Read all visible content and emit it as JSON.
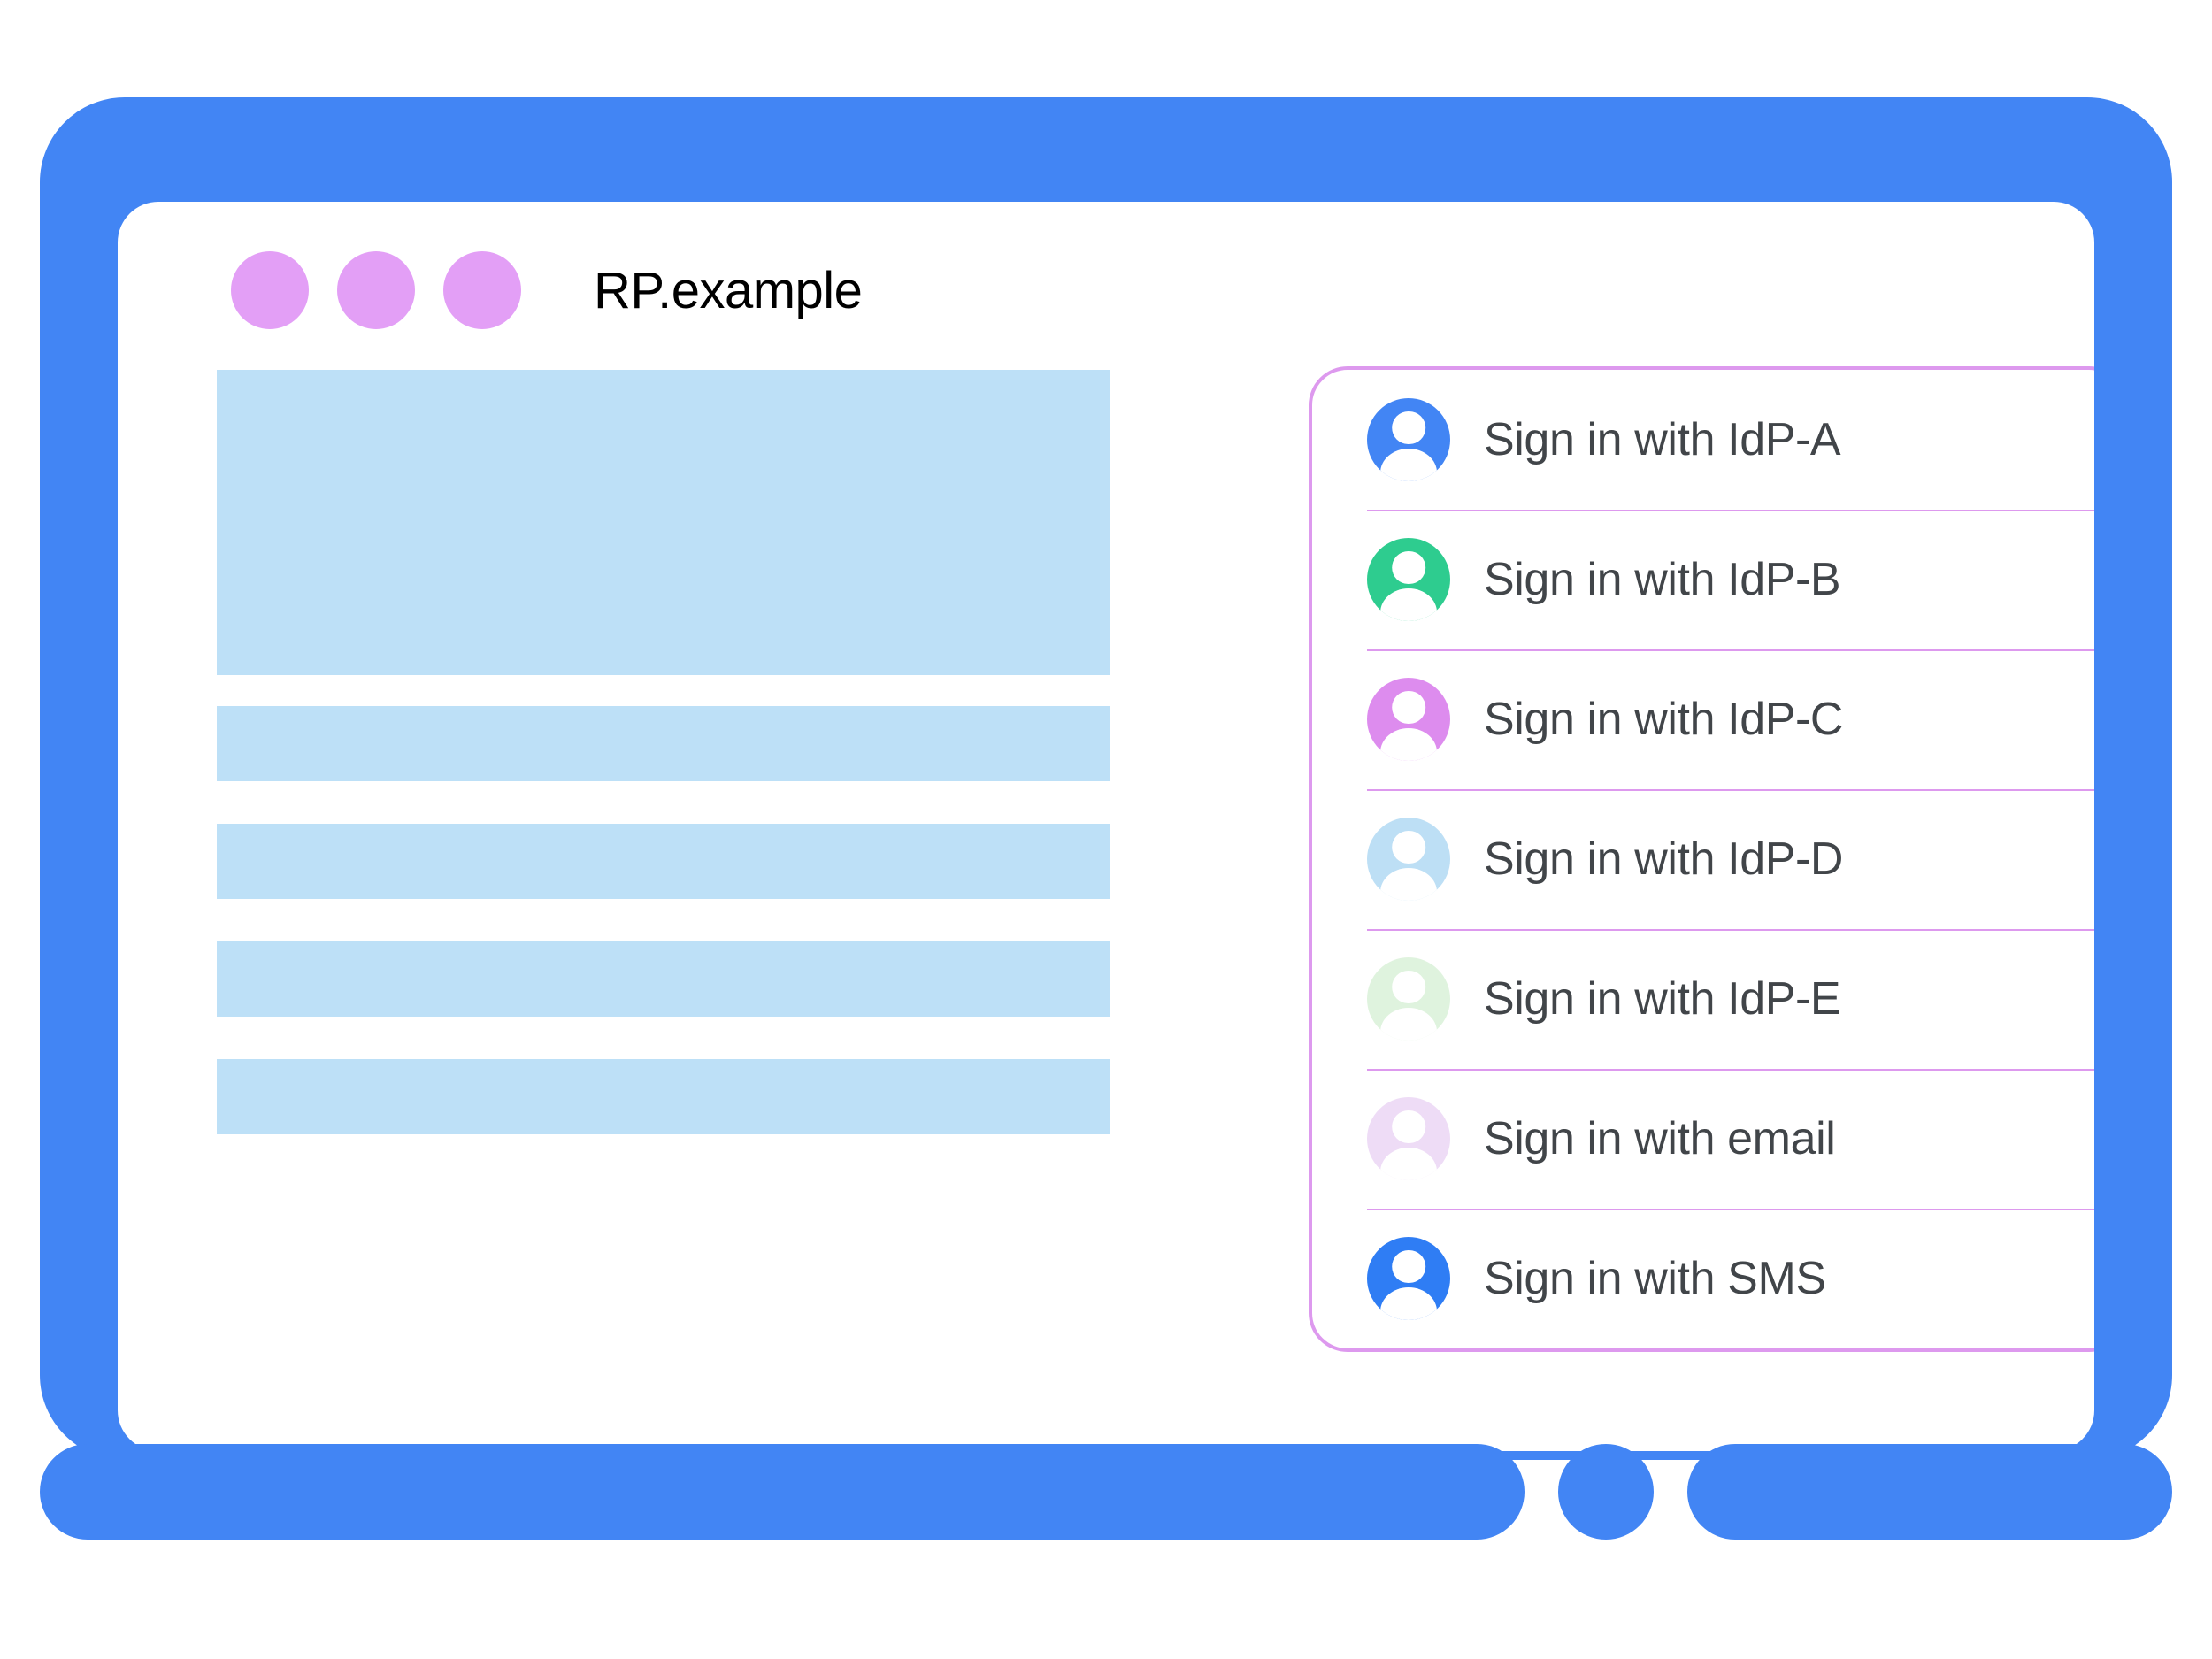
{
  "window": {
    "title": "RP.example",
    "traffic_dots": [
      "dot-1",
      "dot-2",
      "dot-3"
    ],
    "dot_color": "#e39ff6",
    "frame_color": "#4285f4",
    "screen_color": "#ffffff"
  },
  "content": {
    "placeholder_color": "#bde0f7",
    "blocks": [
      "hero",
      "line",
      "line",
      "line",
      "line"
    ]
  },
  "account_chooser": {
    "border_color": "#dd99ee",
    "divider_color": "#dd99ee",
    "text_color": "#414549",
    "items": [
      {
        "label": "Sign in with IdP-A",
        "icon": "person-avatar-icon",
        "avatar_color": "#4285f4"
      },
      {
        "label": "Sign in with IdP-B",
        "icon": "person-avatar-icon",
        "avatar_color": "#2ecc8f"
      },
      {
        "label": "Sign in with IdP-C",
        "icon": "person-avatar-icon",
        "avatar_color": "#dd8cee"
      },
      {
        "label": "Sign in with IdP-D",
        "icon": "person-avatar-icon",
        "avatar_color": "#bddff5"
      },
      {
        "label": "Sign in with IdP-E",
        "icon": "person-avatar-icon",
        "avatar_color": "#dff3de"
      },
      {
        "label": "Sign in with email",
        "icon": "person-avatar-icon",
        "avatar_color": "#eedcf6"
      },
      {
        "label": "Sign in with SMS",
        "icon": "person-avatar-icon",
        "avatar_color": "#2f7df4"
      }
    ]
  }
}
